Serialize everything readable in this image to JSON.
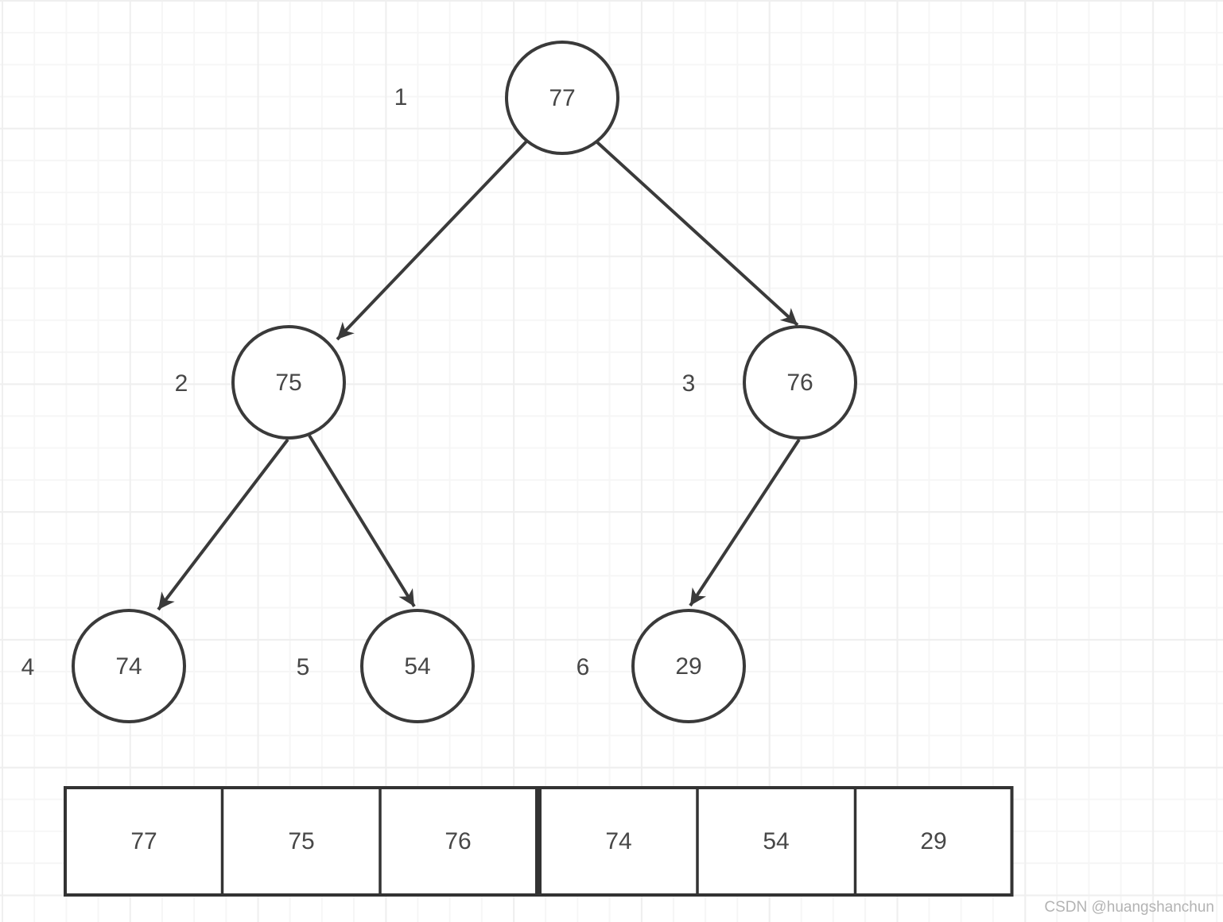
{
  "diagram": {
    "nodes": [
      {
        "index_label": "1",
        "value": "77"
      },
      {
        "index_label": "2",
        "value": "75"
      },
      {
        "index_label": "3",
        "value": "76"
      },
      {
        "index_label": "4",
        "value": "74"
      },
      {
        "index_label": "5",
        "value": "54"
      },
      {
        "index_label": "6",
        "value": "29"
      }
    ],
    "edges": [
      {
        "from": "77",
        "to": "75"
      },
      {
        "from": "77",
        "to": "76"
      },
      {
        "from": "75",
        "to": "74"
      },
      {
        "from": "75",
        "to": "54"
      },
      {
        "from": "76",
        "to": "29"
      }
    ],
    "array": {
      "cells": [
        "77",
        "75",
        "76",
        "74",
        "54",
        "29"
      ]
    }
  },
  "watermark": {
    "text": "CSDN @huangshanchun"
  },
  "colors": {
    "shape_stroke": "#3a3a3a",
    "text": "#474747",
    "watermark": "#b3b3b3",
    "grid_minor": "#f6f6f6",
    "grid_major": "#efefef",
    "background": "#ffffff"
  }
}
